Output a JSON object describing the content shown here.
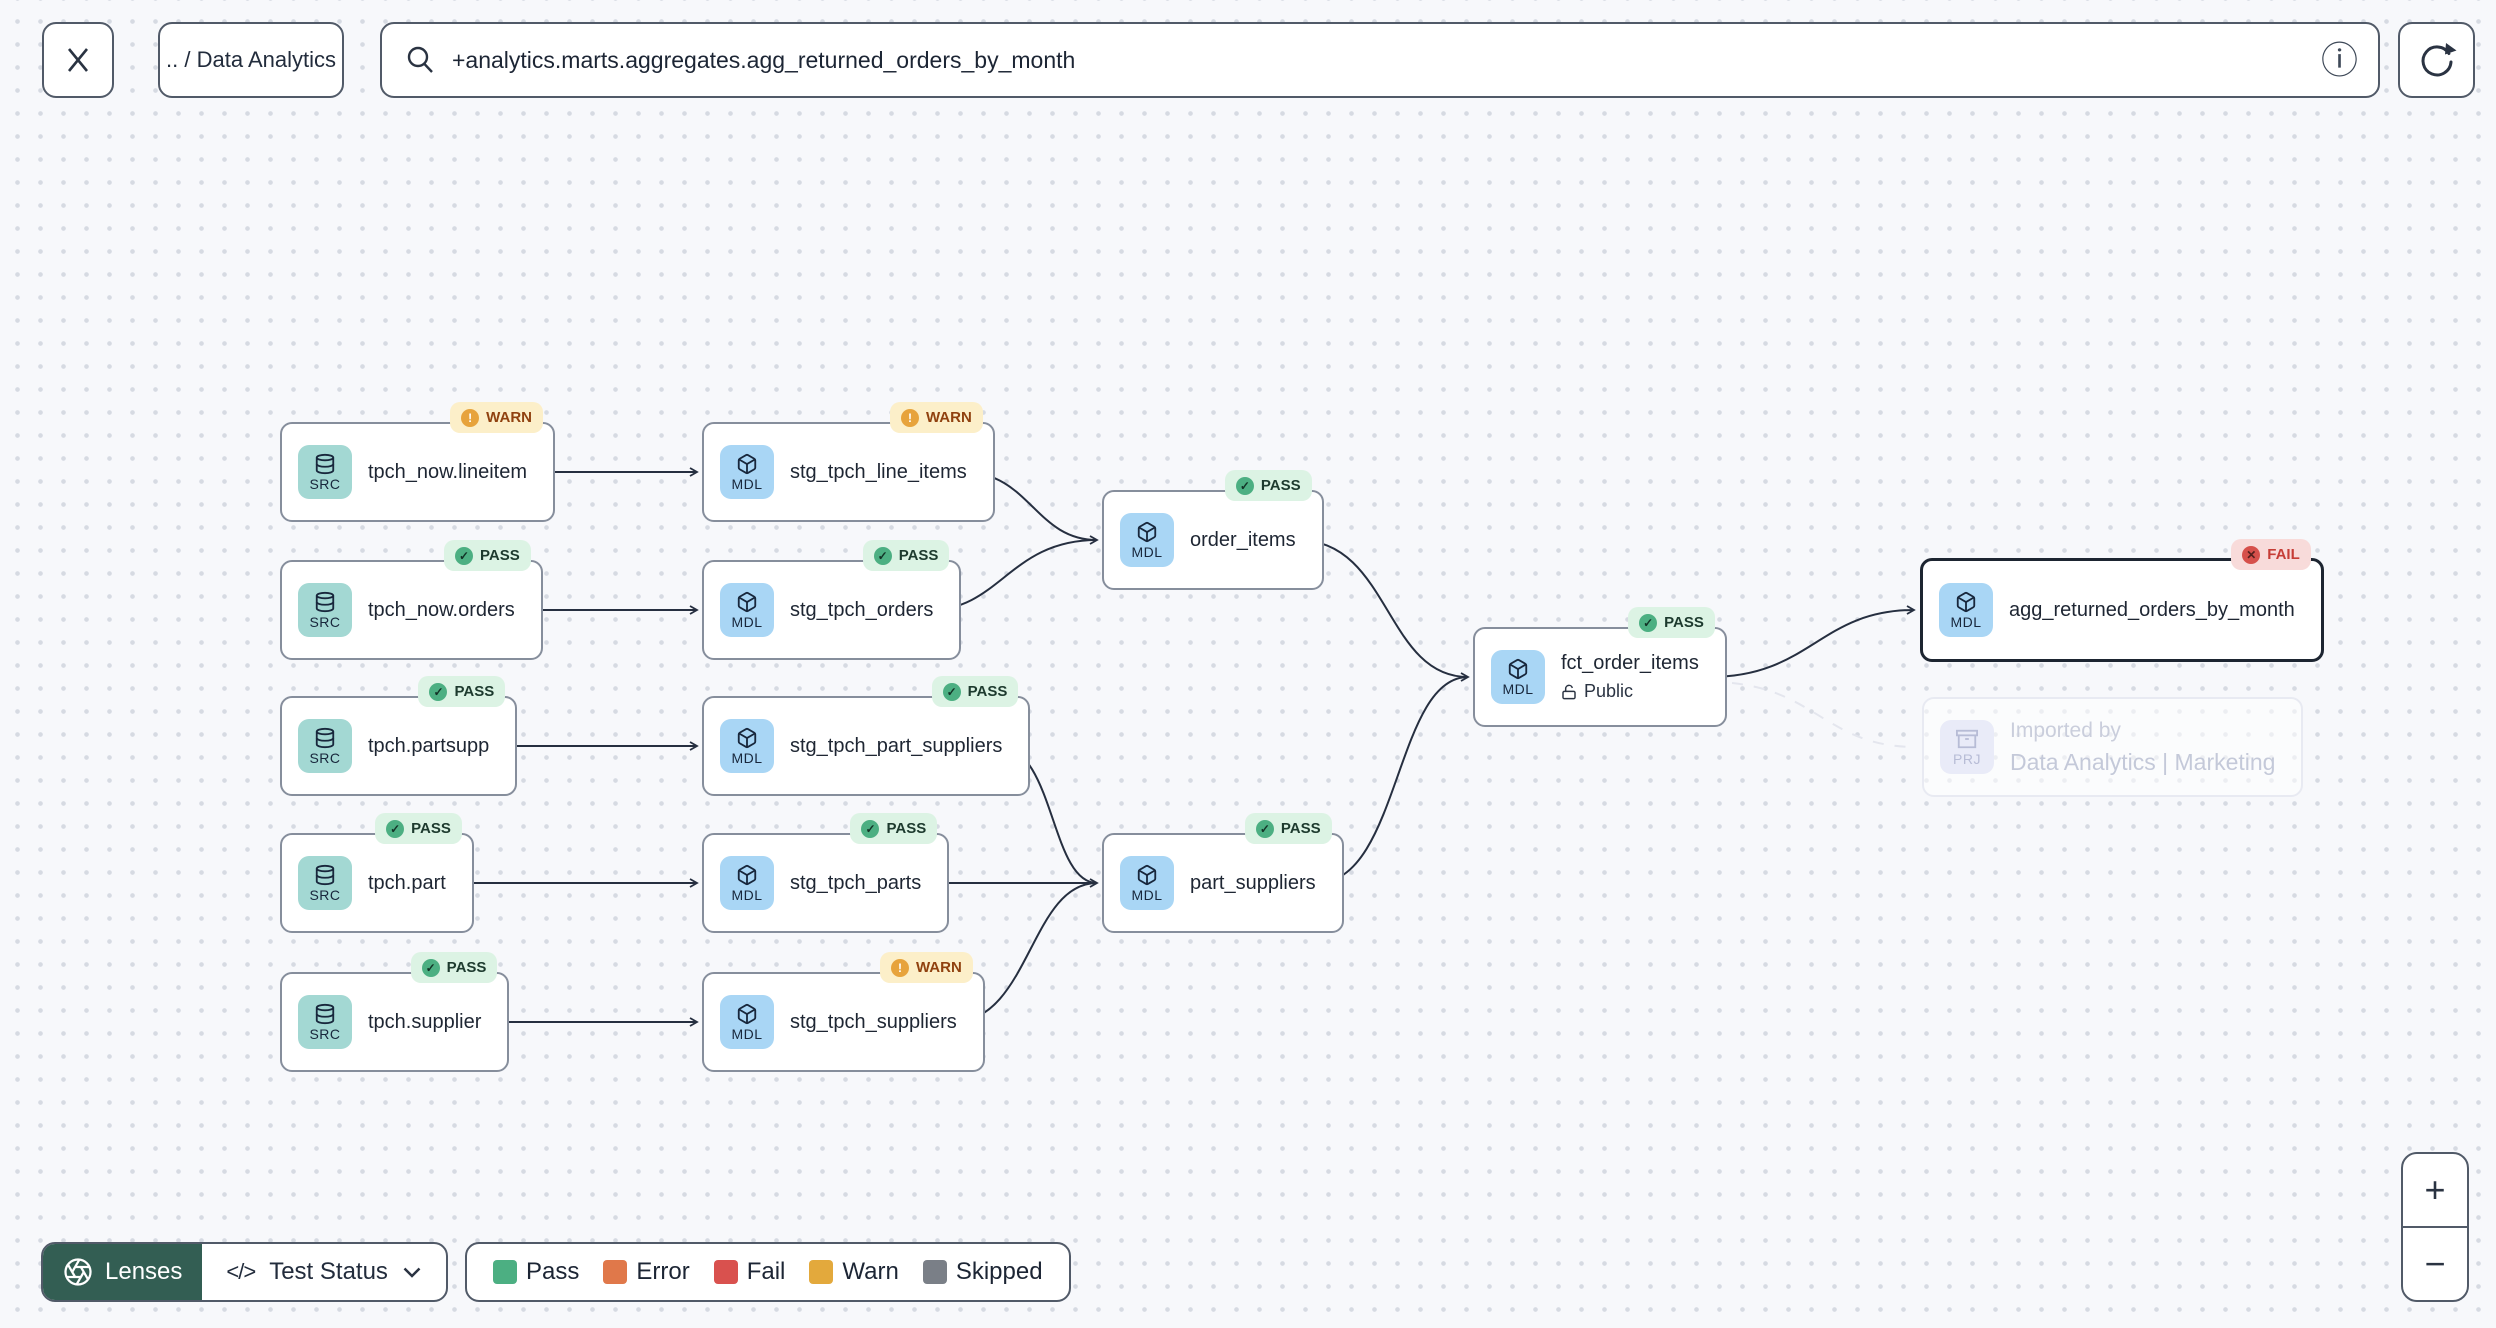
{
  "toolbar": {
    "breadcrumb": ".. / Data Analytics",
    "search_value": "+analytics.marts.aggregates.agg_returned_orders_by_month"
  },
  "icons": {
    "info": "ⓘ",
    "pass": "✓",
    "warn": "!",
    "fail": "✕",
    "code": "</>",
    "zoom_in": "+",
    "zoom_out": "−"
  },
  "graph": {
    "nodes": [
      {
        "type": "SRC",
        "label": "tpch_now.lineitem",
        "status": "WARN"
      },
      {
        "type": "MDL",
        "label": "stg_tpch_line_items",
        "status": "WARN"
      },
      {
        "type": "SRC",
        "label": "tpch_now.orders",
        "status": "PASS"
      },
      {
        "type": "MDL",
        "label": "stg_tpch_orders",
        "status": "PASS"
      },
      {
        "type": "SRC",
        "label": "tpch.partsupp",
        "status": "PASS"
      },
      {
        "type": "MDL",
        "label": "stg_tpch_part_suppliers",
        "status": "PASS"
      },
      {
        "type": "SRC",
        "label": "tpch.part",
        "status": "PASS"
      },
      {
        "type": "MDL",
        "label": "stg_tpch_parts",
        "status": "PASS"
      },
      {
        "type": "SRC",
        "label": "tpch.supplier",
        "status": "PASS"
      },
      {
        "type": "MDL",
        "label": "stg_tpch_suppliers",
        "status": "WARN"
      },
      {
        "type": "MDL",
        "label": "order_items",
        "status": "PASS"
      },
      {
        "type": "MDL",
        "label": "part_suppliers",
        "status": "PASS"
      },
      {
        "type": "MDL",
        "label": "fct_order_items",
        "status": "PASS",
        "access": "Public"
      },
      {
        "type": "MDL",
        "label": "agg_returned_orders_by_month",
        "status": "FAIL",
        "selected": true
      },
      {
        "type": "PRJ",
        "title": "Imported by",
        "label": "Data Analytics | Marketing",
        "ghost": true
      }
    ],
    "edges": [
      {
        "from": "tpch_now.lineitem",
        "to": "stg_tpch_line_items"
      },
      {
        "from": "tpch_now.orders",
        "to": "stg_tpch_orders"
      },
      {
        "from": "tpch.partsupp",
        "to": "stg_tpch_part_suppliers"
      },
      {
        "from": "tpch.part",
        "to": "stg_tpch_parts"
      },
      {
        "from": "tpch.supplier",
        "to": "stg_tpch_suppliers"
      },
      {
        "from": "stg_tpch_line_items",
        "to": "order_items"
      },
      {
        "from": "stg_tpch_orders",
        "to": "order_items"
      },
      {
        "from": "stg_tpch_part_suppliers",
        "to": "part_suppliers"
      },
      {
        "from": "stg_tpch_parts",
        "to": "part_suppliers"
      },
      {
        "from": "stg_tpch_suppliers",
        "to": "part_suppliers"
      },
      {
        "from": "order_items",
        "to": "fct_order_items"
      },
      {
        "from": "part_suppliers",
        "to": "fct_order_items"
      },
      {
        "from": "fct_order_items",
        "to": "agg_returned_orders_by_month"
      },
      {
        "from": "fct_order_items",
        "to": "imported_by_project",
        "style": "dashed"
      }
    ]
  },
  "footer": {
    "lenses_label": "Lenses",
    "lens_selected": "Test Status",
    "legend": [
      {
        "label": "Pass",
        "color": "#4caf82"
      },
      {
        "label": "Error",
        "color": "#e0784a"
      },
      {
        "label": "Fail",
        "color": "#d9514e"
      },
      {
        "label": "Warn",
        "color": "#e3a93c"
      },
      {
        "label": "Skipped",
        "color": "#7a7f87"
      }
    ]
  },
  "colors": {
    "pass_badge_bg": "#dcf3e4",
    "warn_badge_bg": "#fcefc9",
    "fail_badge_bg": "#f8dbda",
    "src_type_bg": "#a3d8d3",
    "mdl_type_bg": "#a9d6f5",
    "prj_type_bg": "#e9ebf8",
    "lenses_bg": "#335e53",
    "edge": "#262f40"
  }
}
